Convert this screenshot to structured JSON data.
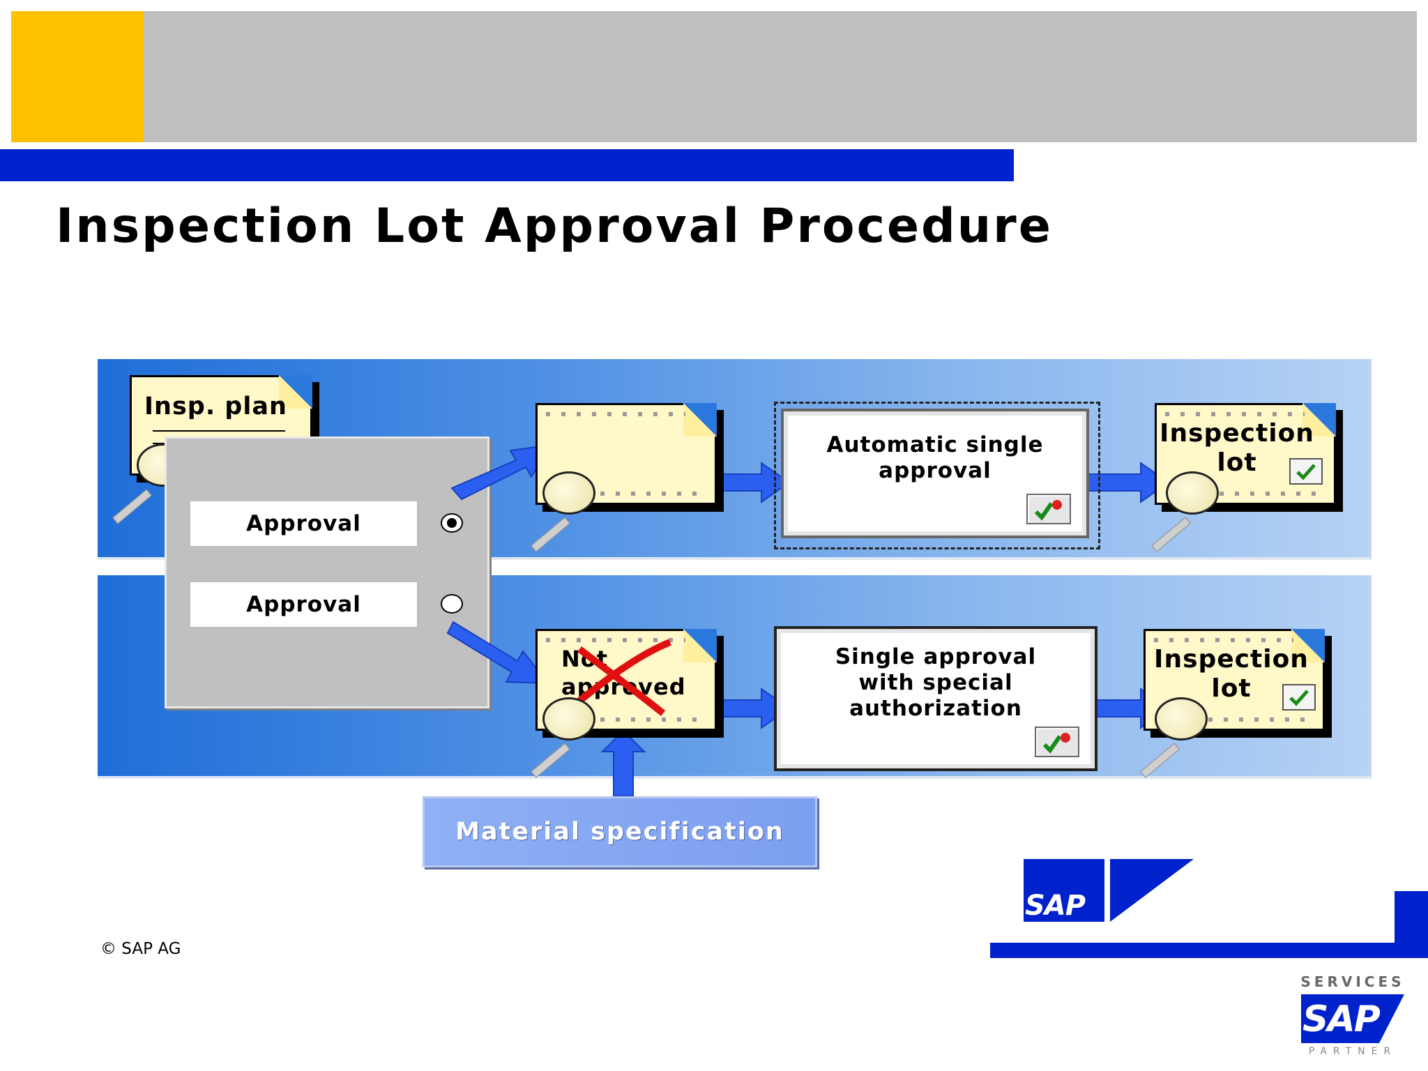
{
  "title": "Inspection Lot Approval Procedure",
  "insp_plan": "Insp. plan",
  "approval_options": [
    {
      "label": "Approval",
      "selected": true
    },
    {
      "label": "Approval",
      "selected": false
    }
  ],
  "not_approved": "Not approved",
  "auto_approval": "Automatic single approval",
  "special_approval": "Single approval with special authorization",
  "inspection_lot": "Inspection lot",
  "material_spec": "Material specification",
  "copyright": "© SAP AG",
  "logo": "SAP",
  "partner_logo": {
    "top": "SERVICES",
    "brand": "SAP",
    "bottom": "PARTNER"
  },
  "colors": {
    "accent_yellow": "#ffc000",
    "header_gray": "#bfbfbf",
    "sap_blue": "#0022cc",
    "band_blue": "#1f6ed8"
  }
}
